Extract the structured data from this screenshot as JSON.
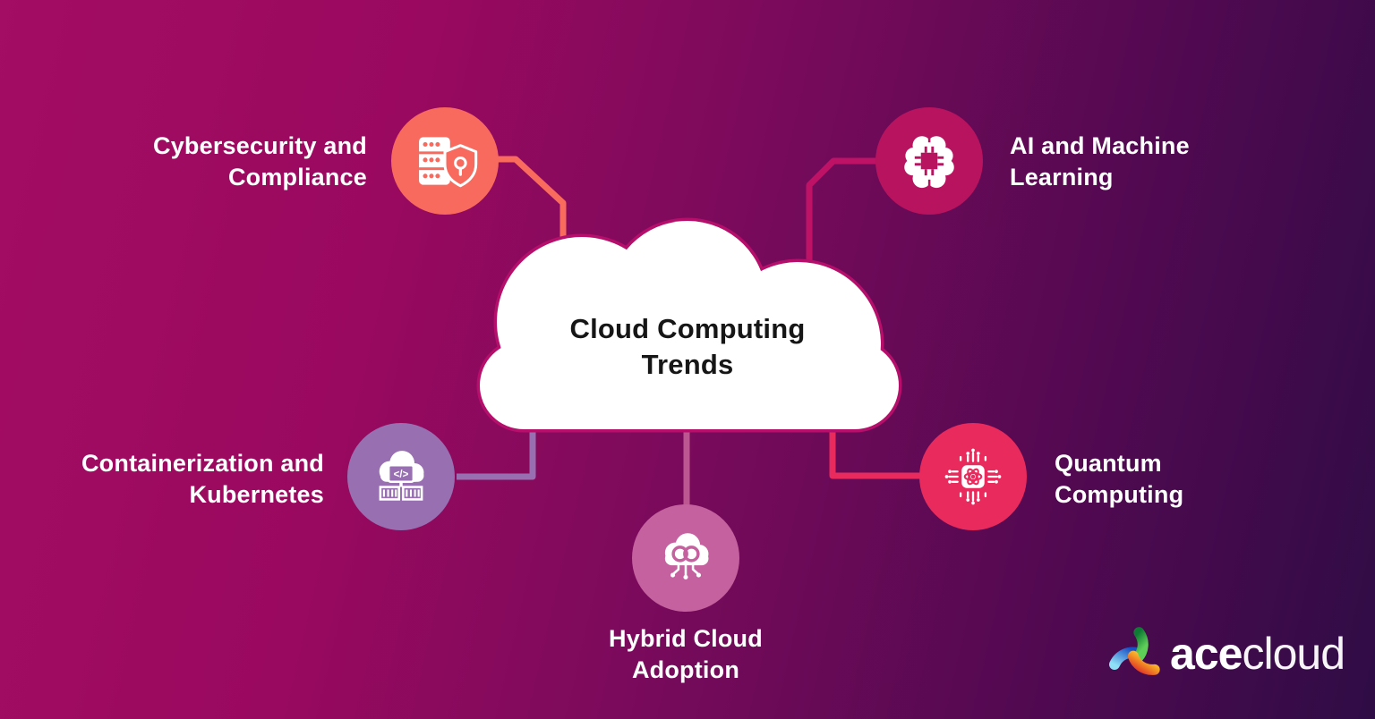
{
  "center_cloud": {
    "title": "Cloud Computing\nTrends",
    "fill": "#FFFFFF",
    "outline_color": "#B50F6B",
    "text_color": "#161616"
  },
  "nodes": [
    {
      "id": "cybersecurity",
      "label": "Cybersecurity and\nCompliance",
      "color": "#F86A5E",
      "icon": "server-shield-icon",
      "position": "top-left"
    },
    {
      "id": "ai-ml",
      "label": "AI and Machine\nLearning",
      "color": "#B8135F",
      "icon": "brain-chip-icon",
      "position": "top-right"
    },
    {
      "id": "containerization",
      "label": "Containerization and\nKubernetes",
      "color": "#9870B2",
      "icon": "cloud-containers-icon",
      "code_glyph": "</>",
      "position": "mid-left"
    },
    {
      "id": "quantum",
      "label": "Quantum\nComputing",
      "color": "#E82A5D",
      "icon": "quantum-chip-icon",
      "position": "mid-right"
    },
    {
      "id": "hybrid",
      "label": "Hybrid Cloud\nAdoption",
      "color": "#C4619E",
      "icon": "hybrid-cloud-icon",
      "position": "bottom-center"
    }
  ],
  "background": {
    "gradient_left": "#A30D63",
    "gradient_right": "#2F0C45"
  },
  "logo": {
    "brand_bold": "ace",
    "brand_light": "cloud"
  }
}
